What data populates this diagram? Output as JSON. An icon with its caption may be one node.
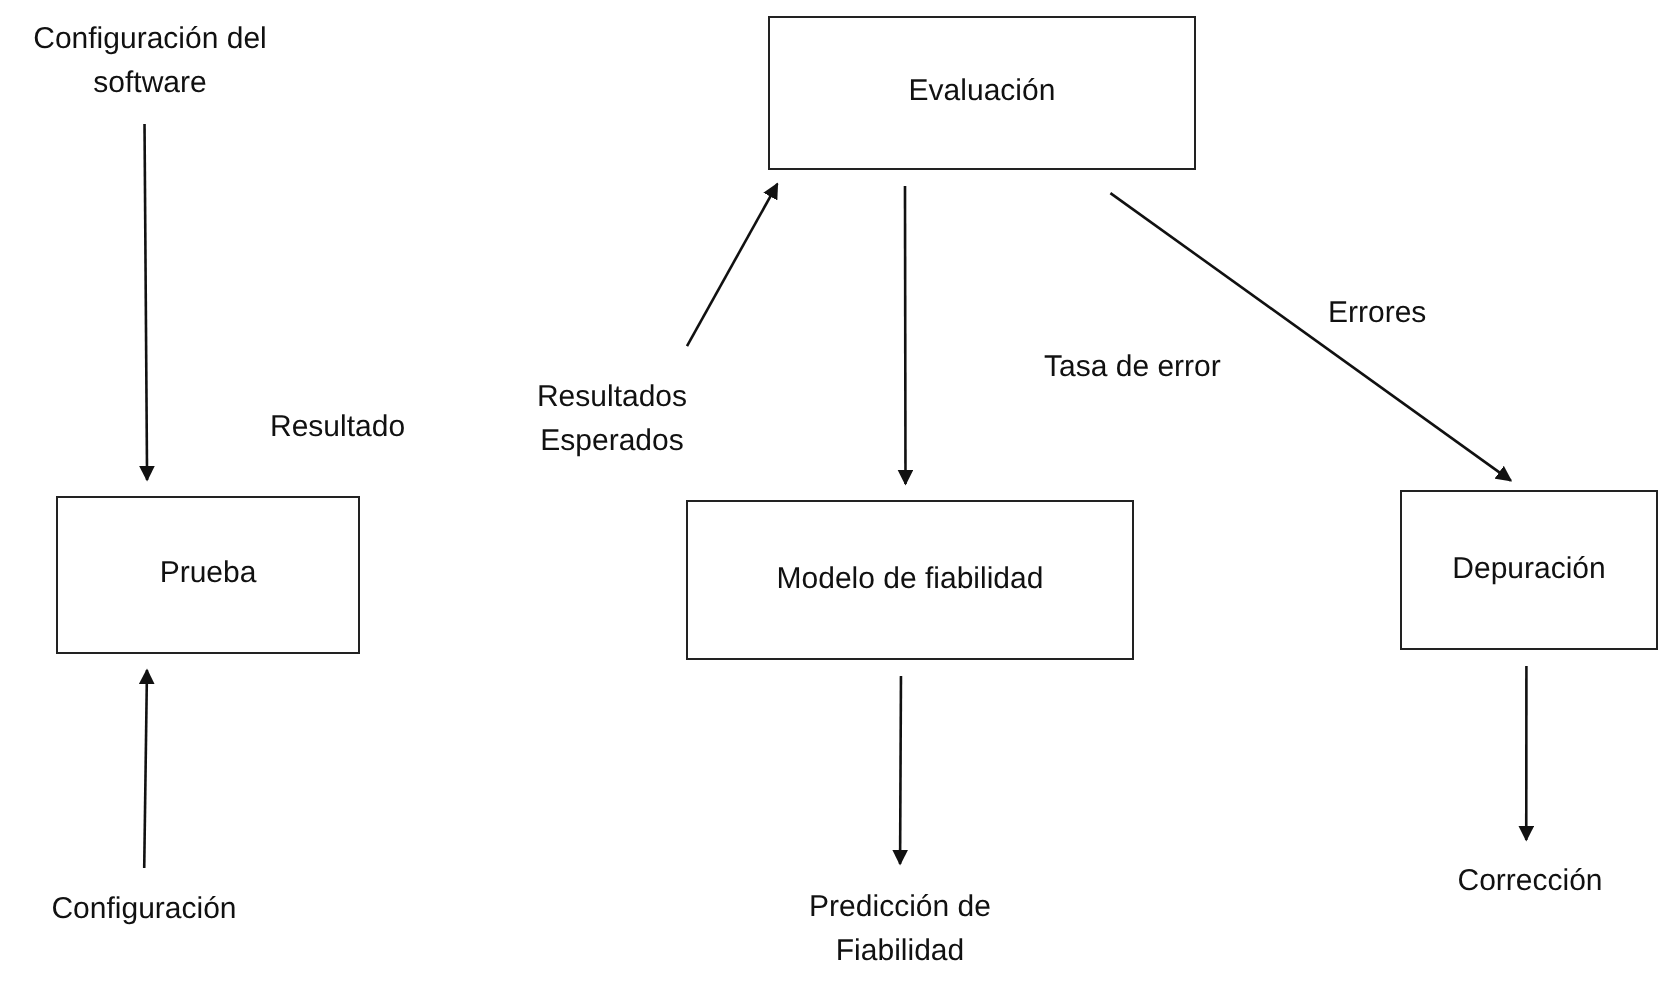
{
  "diagram": {
    "nodes": [
      {
        "text": [
          "Configuración del software"
        ]
      },
      {
        "text": [
          "Evaluación"
        ]
      },
      {
        "text": [
          "Resultados Esperados"
        ]
      },
      {
        "text": [
          "Prueba"
        ]
      },
      {
        "text": [
          "Modelo de fiabilidad"
        ]
      },
      {
        "text": [
          "Depuración"
        ]
      },
      {
        "text": [
          "Configuración"
        ]
      },
      {
        "text": [
          "Predicción de Fiabilidad"
        ]
      },
      {
        "text": [
          "Corrección"
        ]
      }
    ],
    "edges": [
      {
        "from": 0,
        "to": 3,
        "arrow": "to"
      },
      {
        "from": 6,
        "to": 3,
        "arrow": "to"
      },
      {
        "from": 2,
        "to": 1,
        "arrow": "to"
      },
      {
        "from": 1,
        "to": 4,
        "arrow": "to",
        "label": "Tasa de error"
      },
      {
        "from": 1,
        "to": 5,
        "arrow": "to",
        "label": "Errores"
      },
      {
        "from": 4,
        "to": 7,
        "arrow": "to"
      },
      {
        "from": 5,
        "to": 8,
        "arrow": "to"
      }
    ],
    "labels": [
      "Resultado"
    ]
  }
}
